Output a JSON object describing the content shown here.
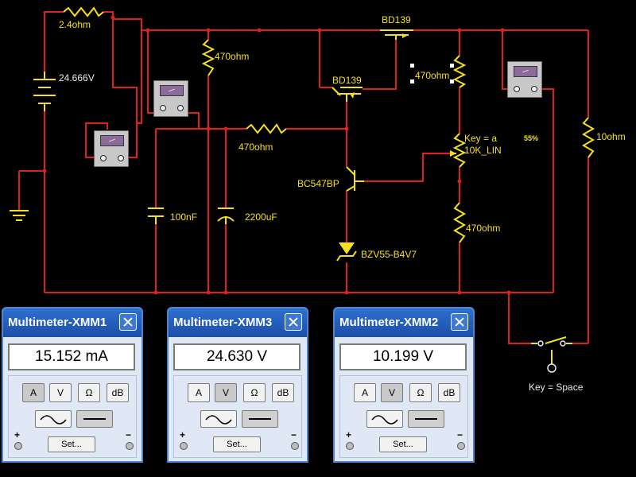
{
  "schematic": {
    "labels": {
      "r_top": "2.4ohm",
      "source_voltage": "24.666V",
      "r_470_left": "470ohm",
      "q_top": "BD139",
      "q_mid": "BD139",
      "r_470_right": "470ohm",
      "r_470_mid": "470ohm",
      "pot_key": "Key = a",
      "pot_type": "10K_LIN",
      "pot_percent": "55%",
      "r_10": "10ohm",
      "q_small": "BC547BP",
      "c_100": "100nF",
      "c_2200": "2200uF",
      "r_470_bottom": "470ohm",
      "zener": "BZV55-B4V7",
      "switch_key": "Key = Space"
    },
    "colors": {
      "wire": "#e0201c",
      "component": "#f5e11a",
      "background": "#000000"
    }
  },
  "windows": [
    {
      "title": "Multimeter-XMM1",
      "value": "15.152 mA",
      "mode_active": "A",
      "buttons": [
        "A",
        "V",
        "Ω",
        "dB"
      ],
      "set_label": "Set...",
      "plus": "+",
      "minus": "−"
    },
    {
      "title": "Multimeter-XMM3",
      "value": "24.630  V",
      "mode_active": "V",
      "buttons": [
        "A",
        "V",
        "Ω",
        "dB"
      ],
      "set_label": "Set...",
      "plus": "+",
      "minus": "−"
    },
    {
      "title": "Multimeter-XMM2",
      "value": "10.199  V",
      "mode_active": "V",
      "buttons": [
        "A",
        "V",
        "Ω",
        "dB"
      ],
      "set_label": "Set...",
      "plus": "+",
      "minus": "−"
    }
  ],
  "icons": {
    "close": "close-icon",
    "ac_wave": "sine-wave-icon",
    "dc_line": "dc-line-icon",
    "multimeter": "multimeter-icon"
  }
}
